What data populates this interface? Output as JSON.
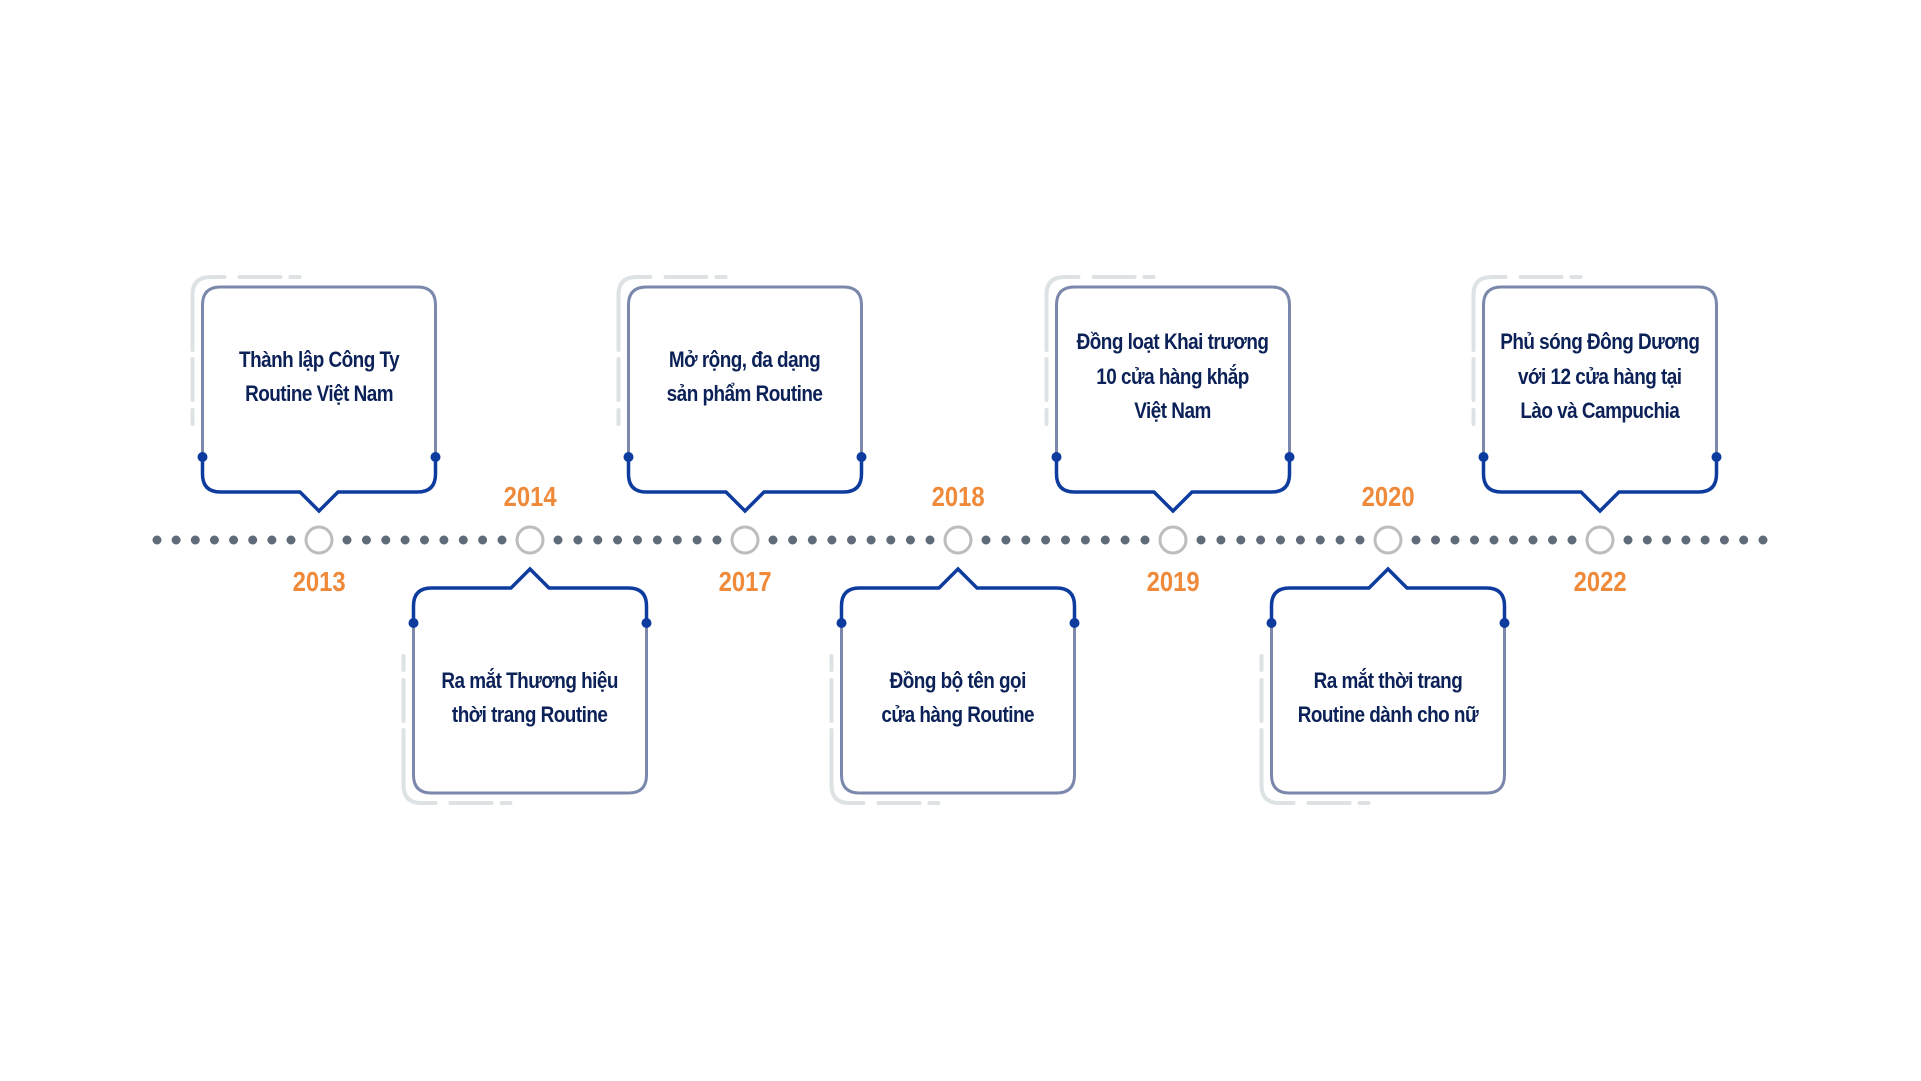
{
  "title": "Routine timeline",
  "colors": {
    "year": "#ef8a3b",
    "text": "#0b2157",
    "box_border": "#7b88ab",
    "box_accent": "#0d3c9e",
    "decoration": "#dde2e4",
    "timeline_dot": "#5f6b78",
    "node_ring": "#bdbdbd"
  },
  "milestones": [
    {
      "year": "2013",
      "position": "above",
      "text": "Thành lập Công Ty\nRoutine Việt Nam"
    },
    {
      "year": "2014",
      "position": "below",
      "text": "Ra mắt Thương hiệu\nthời trang Routine"
    },
    {
      "year": "2017",
      "position": "above",
      "text": "Mở rộng, đa dạng\nsản phẩm Routine"
    },
    {
      "year": "2018",
      "position": "below",
      "text": "Đồng bộ tên gọi\ncửa hàng Routine"
    },
    {
      "year": "2019",
      "position": "above",
      "text": "Đồng loạt Khai trương\n10 cửa hàng khắp\nViệt Nam"
    },
    {
      "year": "2020",
      "position": "below",
      "text": "Ra mắt thời trang\nRoutine dành cho nữ"
    },
    {
      "year": "2022",
      "position": "above",
      "text": "Phủ sóng Đông Dương\nvới 12 cửa hàng tại\nLào và Campuchia"
    }
  ]
}
